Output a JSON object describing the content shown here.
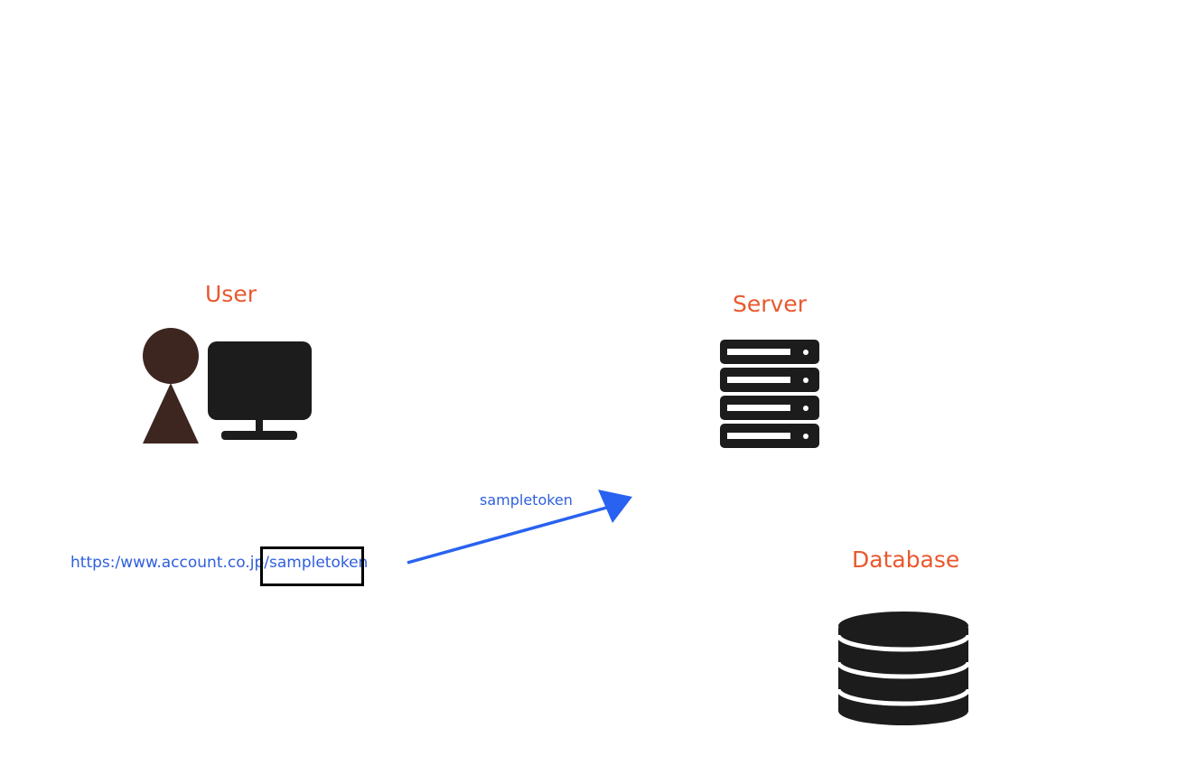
{
  "nodes": {
    "user": {
      "label": "User",
      "icon": "user-at-computer-icon"
    },
    "server": {
      "label": "Server",
      "icon": "server-rack-icon"
    },
    "database": {
      "label": "Database",
      "icon": "database-cylinder-icon"
    }
  },
  "url": {
    "text": "https:/www.account.co.jp/sampletoken",
    "highlighted_part": "sampletoken"
  },
  "arrow": {
    "label": "sampletoken",
    "from": "user",
    "to": "server"
  },
  "colors": {
    "node_label": "#e8592e",
    "link_text": "#2f5fdc",
    "arrow": "#2962f0",
    "icon_dark": "#1c1c1c",
    "person": "#3d2620",
    "highlight_box": "#000000"
  }
}
